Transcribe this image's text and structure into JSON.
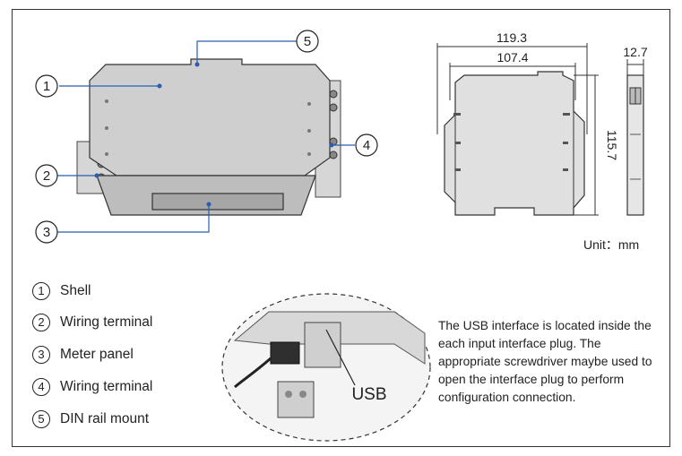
{
  "callouts": [
    "1",
    "2",
    "3",
    "4",
    "5"
  ],
  "legend": [
    {
      "num": "1",
      "label": "Shell"
    },
    {
      "num": "2",
      "label": "Wiring terminal"
    },
    {
      "num": "3",
      "label": "Meter panel"
    },
    {
      "num": "4",
      "label": "Wiring terminal"
    },
    {
      "num": "5",
      "label": "DIN rail mount"
    }
  ],
  "dimensions": {
    "overall_width": "119.3",
    "body_width": "107.4",
    "height": "115.7",
    "depth": "12.7"
  },
  "unit_text": "Unit：mm",
  "usb_label": "USB",
  "note_text": "The USB interface is located inside the each input interface plug. The appropriate screwdriver maybe used to open the interface plug to perform configuration connection.",
  "colors": {
    "leader": "#2a5db0",
    "device": "#cfcfcf",
    "outline": "#333333"
  }
}
